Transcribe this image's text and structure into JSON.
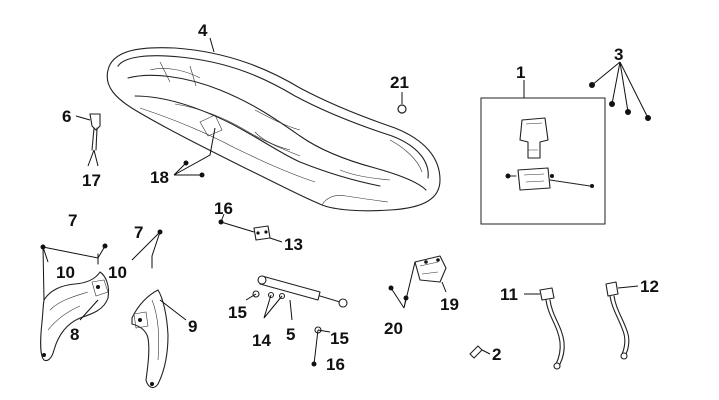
{
  "diagram": {
    "callouts": {
      "c1": "1",
      "c2": "2",
      "c3": "3",
      "c4": "4",
      "c5": "5",
      "c6": "6",
      "c7a": "7",
      "c7b": "7",
      "c8": "8",
      "c9": "9",
      "c10a": "10",
      "c10b": "10",
      "c11": "11",
      "c12": "12",
      "c13": "13",
      "c14": "14",
      "c15a": "15",
      "c15b": "15",
      "c16a": "16",
      "c16b": "16",
      "c17": "17",
      "c18": "18",
      "c19": "19",
      "c20": "20",
      "c21": "21"
    },
    "colors": {
      "line": "#222222",
      "label": "#111111",
      "background": "#ffffff"
    }
  }
}
